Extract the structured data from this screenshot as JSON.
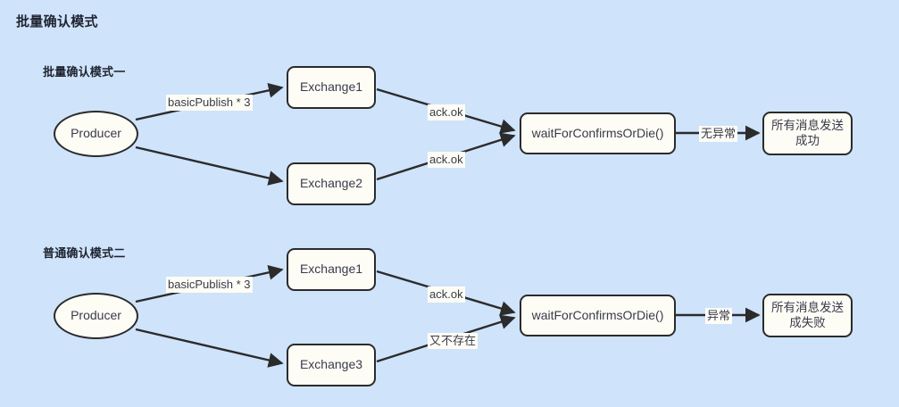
{
  "page": {
    "title": "批量确认模式",
    "background_color": "#cfe3fb",
    "node_fill_color": "#fdfdf6",
    "stroke_color": "#2b2b2b",
    "text_color": "#3a3a4a"
  },
  "sections": [
    {
      "title": "批量确认模式一",
      "nodes": {
        "producer": "Producer",
        "exchange_top": "Exchange1",
        "exchange_bottom": "Exchange2",
        "confirm": "waitForConfirmsOrDie()",
        "result": "所有消息发送\n成功",
        "result_line1": "所有消息发送",
        "result_line2": "成功"
      },
      "edge_labels": {
        "publish": "basicPublish * 3",
        "ack_top": "ack.ok",
        "ack_bottom": "ack.ok",
        "outcome": "无异常"
      }
    },
    {
      "title": "普通确认模式二",
      "nodes": {
        "producer": "Producer",
        "exchange_top": "Exchange1",
        "exchange_bottom": "Exchange3",
        "confirm": "waitForConfirmsOrDie()",
        "result": "所有消息发送\n成失败",
        "result_line1": "所有消息发送",
        "result_line2": "成失败"
      },
      "edge_labels": {
        "publish": "basicPublish * 3",
        "ack_top": "ack.ok",
        "ack_bottom": "又不存在",
        "outcome": "异常"
      }
    }
  ]
}
